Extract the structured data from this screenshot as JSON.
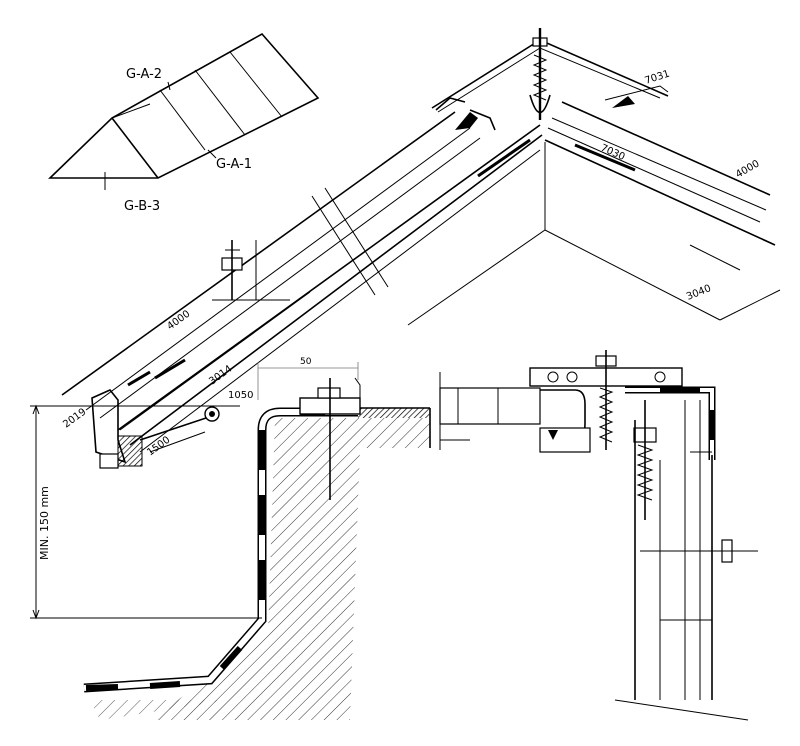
{
  "labels": {
    "roof_ga2": "G-A-2",
    "roof_ga1": "G-A-1",
    "roof_gb3": "G-B-3",
    "dim_7031": "7031",
    "dim_7030": "7030",
    "dim_4000_right": "4000",
    "dim_3040": "3040",
    "dim_4000_left": "4000",
    "dim_3014": "3014",
    "dim_1050": "1050",
    "dim_2019": "2019",
    "dim_1500": "1500",
    "dim_50": "50",
    "min_height": "MIN. 150 mm"
  },
  "colors": {
    "line": "#000000",
    "hatch": "#333333",
    "faint": "#888888",
    "background": "#ffffff"
  }
}
